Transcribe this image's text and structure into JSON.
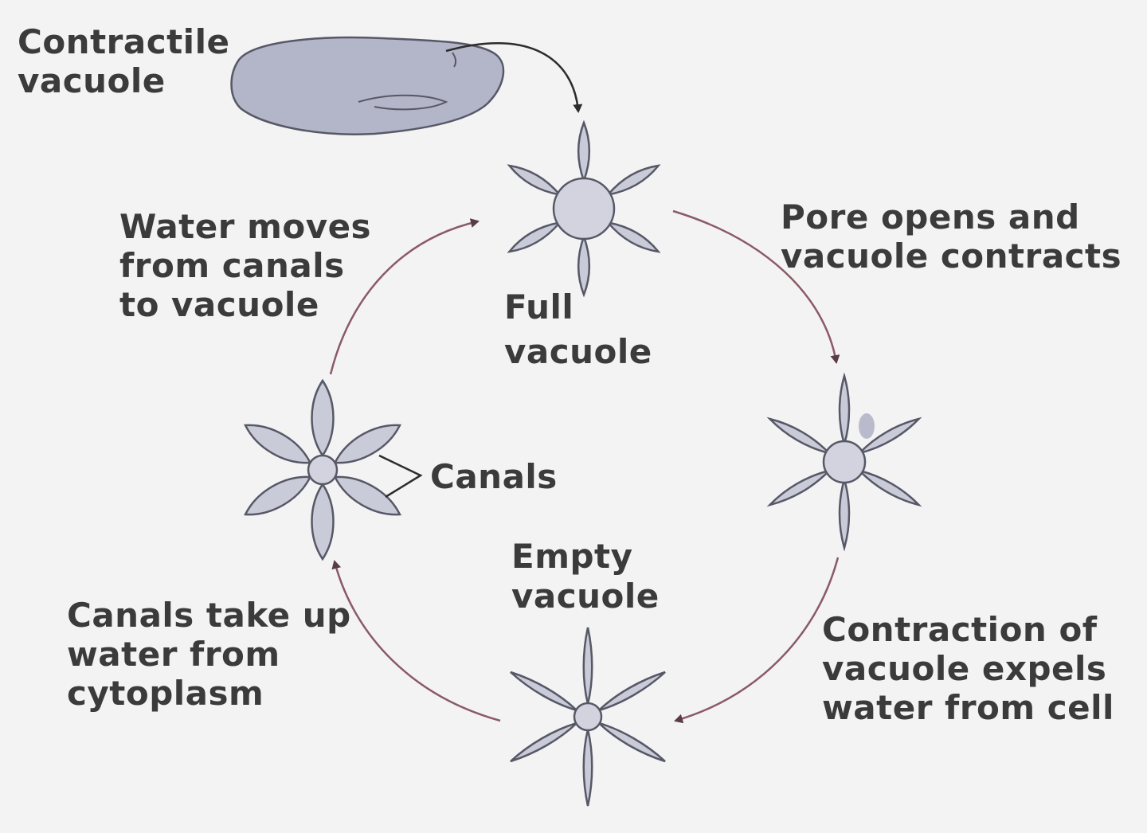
{
  "labels": {
    "contractile_vacuole": "Contractile\nvacuole",
    "water_moves": "Water moves\nfrom canals\nto vacuole",
    "full_vacuole": "Full\nvacuole",
    "pore_opens": "Pore opens and\nvacuole contracts",
    "canals": "Canals",
    "empty_vacuole": "Empty\nvacuole",
    "canals_take_up": "Canals take up\nwater from\ncytoplasm",
    "contraction": "Contraction of\nvacuole expels\nwater from cell"
  },
  "colors": {
    "background": "#f3f3f4",
    "cell_fill": "#b3b5c8",
    "canal_fill": "#c9cbd8",
    "outline": "#575866",
    "arrow": "#8a5a66"
  }
}
